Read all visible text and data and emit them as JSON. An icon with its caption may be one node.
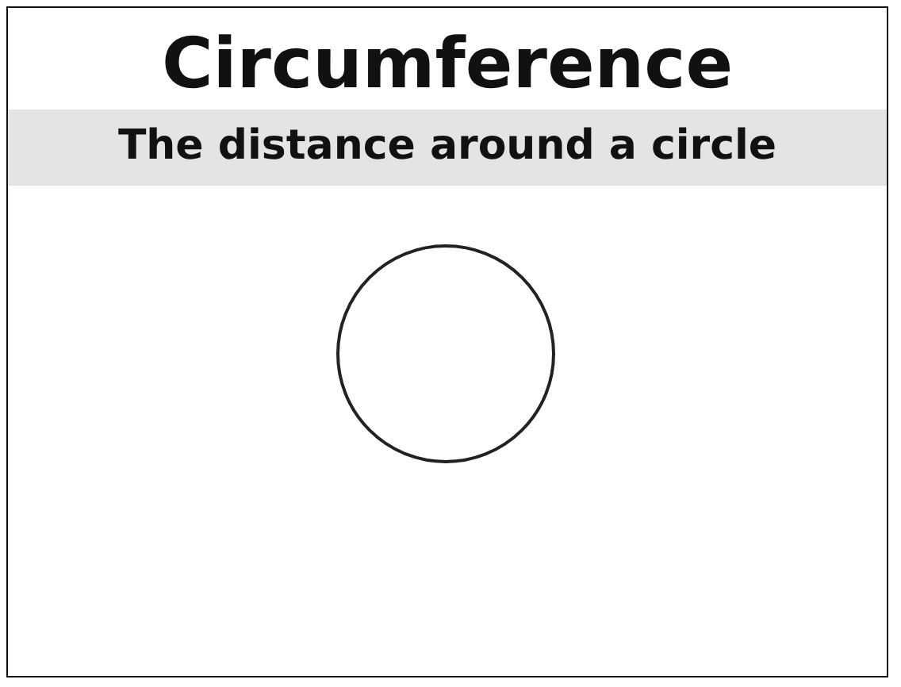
{
  "diagram": {
    "title": "Circumference",
    "nodes": [
      {
        "text": [],
        "shape": "circle"
      }
    ],
    "labels": [
      "The distance around a circle"
    ]
  }
}
